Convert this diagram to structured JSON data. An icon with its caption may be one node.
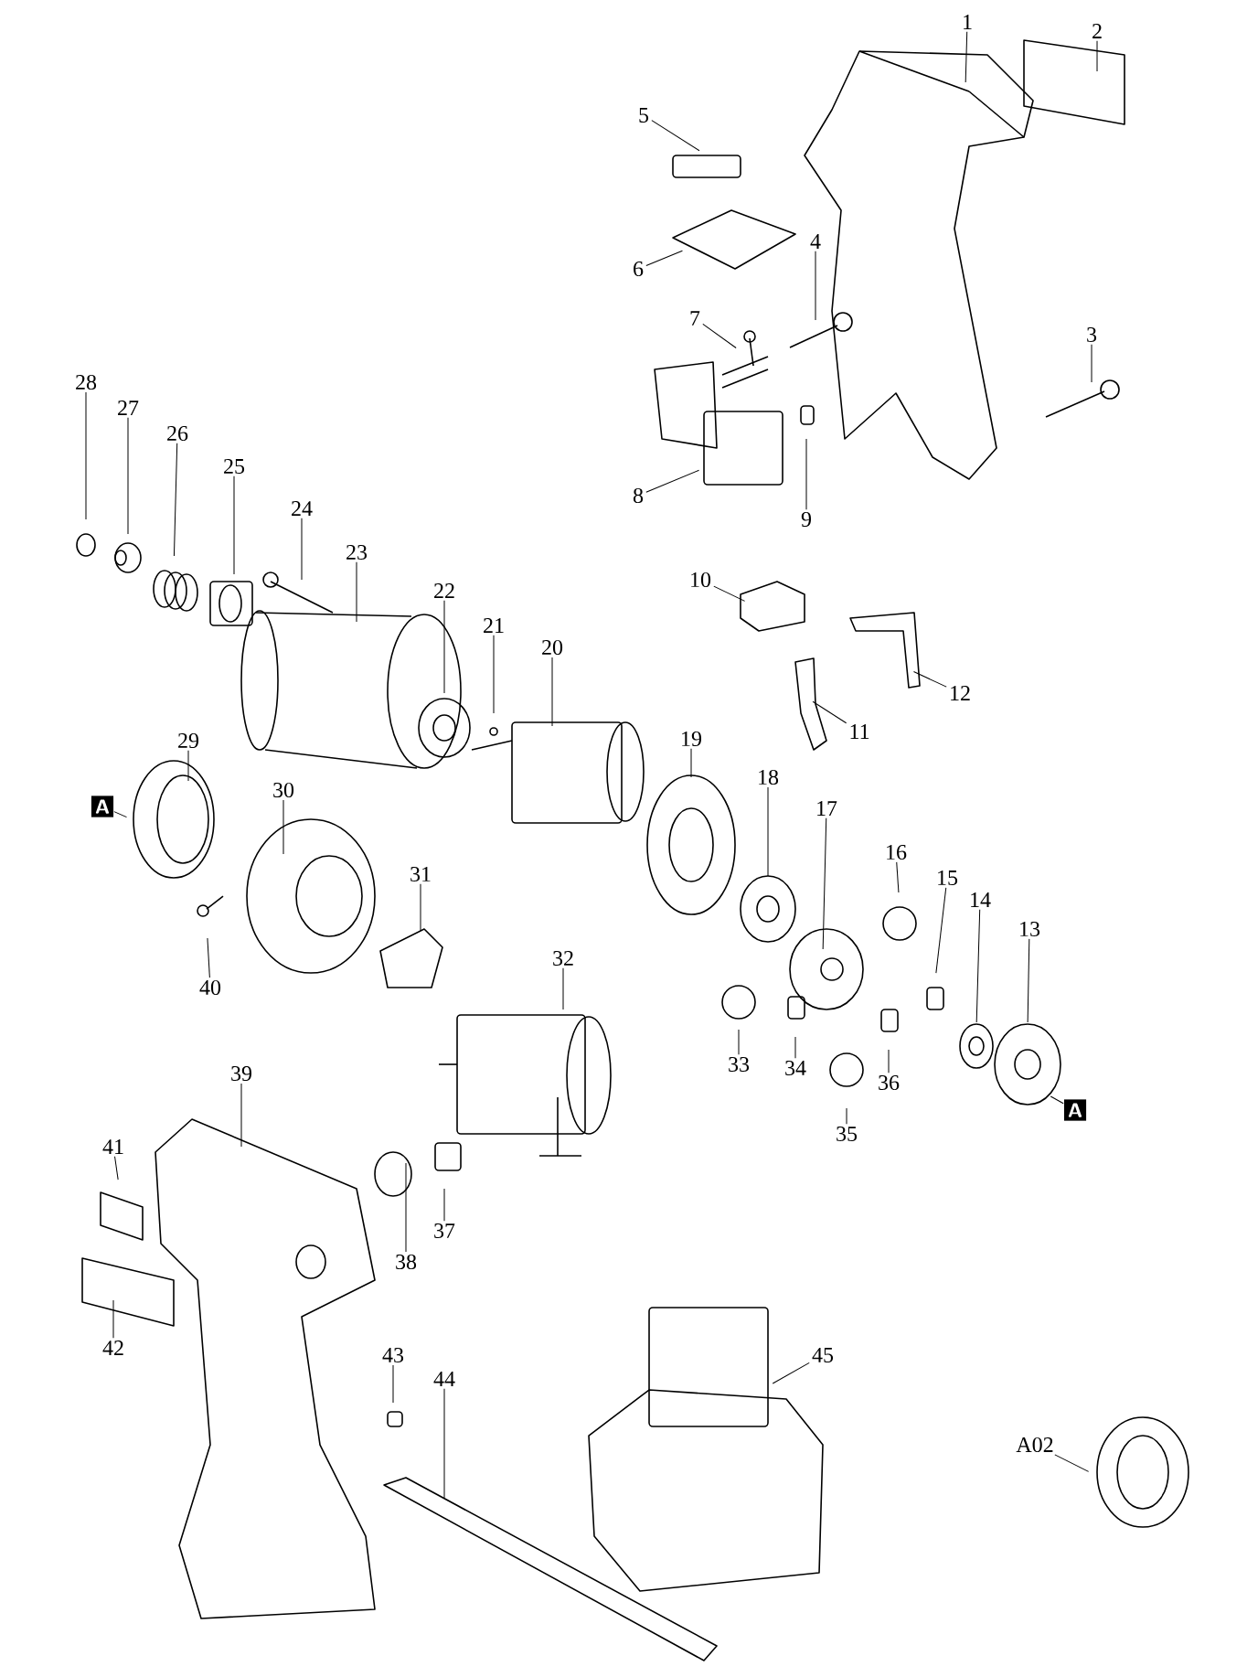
{
  "diagram": {
    "nodes": [
      {
        "text": [
          "1"
        ]
      },
      {
        "text": [
          "2"
        ]
      },
      {
        "text": [
          "3"
        ]
      },
      {
        "text": [
          "4"
        ]
      },
      {
        "text": [
          "5"
        ]
      },
      {
        "text": [
          "6"
        ]
      },
      {
        "text": [
          "7"
        ]
      },
      {
        "text": [
          "8"
        ]
      },
      {
        "text": [
          "9"
        ]
      },
      {
        "text": [
          "10"
        ]
      },
      {
        "text": [
          "11"
        ]
      },
      {
        "text": [
          "12"
        ]
      },
      {
        "text": [
          "13"
        ]
      },
      {
        "text": [
          "14"
        ]
      },
      {
        "text": [
          "15"
        ]
      },
      {
        "text": [
          "16"
        ]
      },
      {
        "text": [
          "17"
        ]
      },
      {
        "text": [
          "18"
        ]
      },
      {
        "text": [
          "19"
        ]
      },
      {
        "text": [
          "20"
        ]
      },
      {
        "text": [
          "21"
        ]
      },
      {
        "text": [
          "22"
        ]
      },
      {
        "text": [
          "23"
        ]
      },
      {
        "text": [
          "24"
        ]
      },
      {
        "text": [
          "25"
        ]
      },
      {
        "text": [
          "26"
        ]
      },
      {
        "text": [
          "27"
        ]
      },
      {
        "text": [
          "28"
        ]
      },
      {
        "text": [
          "29"
        ]
      },
      {
        "text": [
          "30"
        ]
      },
      {
        "text": [
          "31"
        ]
      },
      {
        "text": [
          "32"
        ]
      },
      {
        "text": [
          "33"
        ]
      },
      {
        "text": [
          "34"
        ]
      },
      {
        "text": [
          "35"
        ]
      },
      {
        "text": [
          "36"
        ]
      },
      {
        "text": [
          "37"
        ]
      },
      {
        "text": [
          "38"
        ]
      },
      {
        "text": [
          "39"
        ]
      },
      {
        "text": [
          "40"
        ]
      },
      {
        "text": [
          "41"
        ]
      },
      {
        "text": [
          "42"
        ]
      },
      {
        "text": [
          "43"
        ]
      },
      {
        "text": [
          "44"
        ]
      },
      {
        "text": [
          "45"
        ]
      },
      {
        "text": [
          "A02"
        ]
      },
      {
        "text": [
          "A"
        ]
      },
      {
        "text": [
          "A"
        ]
      }
    ],
    "edges": [
      {
        "from": 0,
        "to": null,
        "arrow": "none"
      },
      {
        "from": 1,
        "to": null,
        "arrow": "none"
      },
      {
        "from": 2,
        "to": null,
        "arrow": "none"
      },
      {
        "from": 3,
        "to": null,
        "arrow": "none"
      },
      {
        "from": 4,
        "to": null,
        "arrow": "none"
      },
      {
        "from": 5,
        "to": null,
        "arrow": "none"
      },
      {
        "from": 6,
        "to": null,
        "arrow": "none"
      },
      {
        "from": 7,
        "to": null,
        "arrow": "none"
      },
      {
        "from": 8,
        "to": null,
        "arrow": "none"
      },
      {
        "from": 9,
        "to": null,
        "arrow": "none"
      },
      {
        "from": 10,
        "to": null,
        "arrow": "none"
      },
      {
        "from": 11,
        "to": null,
        "arrow": "none"
      },
      {
        "from": 12,
        "to": null,
        "arrow": "none"
      },
      {
        "from": 13,
        "to": null,
        "arrow": "none"
      },
      {
        "from": 14,
        "to": null,
        "arrow": "none"
      },
      {
        "from": 15,
        "to": null,
        "arrow": "none"
      },
      {
        "from": 16,
        "to": null,
        "arrow": "none"
      },
      {
        "from": 17,
        "to": null,
        "arrow": "none"
      },
      {
        "from": 18,
        "to": null,
        "arrow": "none"
      },
      {
        "from": 19,
        "to": null,
        "arrow": "none"
      },
      {
        "from": 20,
        "to": null,
        "arrow": "none"
      },
      {
        "from": 21,
        "to": null,
        "arrow": "none"
      },
      {
        "from": 22,
        "to": null,
        "arrow": "none"
      },
      {
        "from": 23,
        "to": null,
        "arrow": "none"
      },
      {
        "from": 24,
        "to": null,
        "arrow": "none"
      },
      {
        "from": 25,
        "to": null,
        "arrow": "none"
      },
      {
        "from": 26,
        "to": null,
        "arrow": "none"
      },
      {
        "from": 27,
        "to": null,
        "arrow": "none"
      },
      {
        "from": 28,
        "to": null,
        "arrow": "none"
      },
      {
        "from": 29,
        "to": null,
        "arrow": "none"
      },
      {
        "from": 30,
        "to": null,
        "arrow": "none"
      },
      {
        "from": 31,
        "to": null,
        "arrow": "none"
      },
      {
        "from": 32,
        "to": null,
        "arrow": "none"
      },
      {
        "from": 33,
        "to": null,
        "arrow": "none"
      },
      {
        "from": 34,
        "to": null,
        "arrow": "none"
      },
      {
        "from": 35,
        "to": null,
        "arrow": "none"
      },
      {
        "from": 36,
        "to": null,
        "arrow": "none"
      },
      {
        "from": 37,
        "to": null,
        "arrow": "none"
      },
      {
        "from": 38,
        "to": null,
        "arrow": "none"
      },
      {
        "from": 39,
        "to": null,
        "arrow": "none"
      },
      {
        "from": 40,
        "to": null,
        "arrow": "none"
      },
      {
        "from": 41,
        "to": null,
        "arrow": "none"
      },
      {
        "from": 42,
        "to": null,
        "arrow": "none"
      },
      {
        "from": 43,
        "to": null,
        "arrow": "none"
      },
      {
        "from": 44,
        "to": null,
        "arrow": "none"
      },
      {
        "from": 45,
        "to": null,
        "arrow": "none"
      },
      {
        "from": 46,
        "to": null,
        "arrow": "none"
      },
      {
        "from": 47,
        "to": null,
        "arrow": "none"
      }
    ]
  }
}
